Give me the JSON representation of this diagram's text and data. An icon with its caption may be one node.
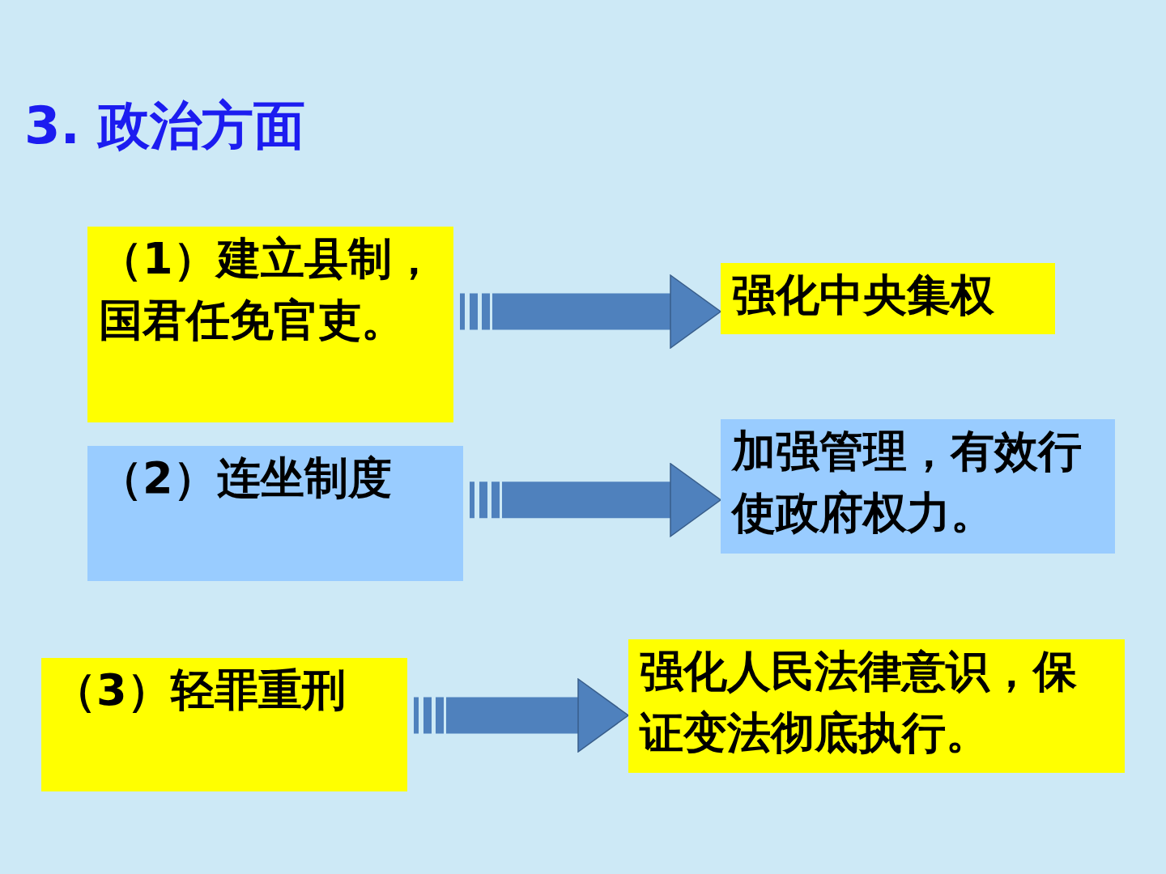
{
  "diagram": {
    "title": "3. 政治方面",
    "nodes": [
      {
        "text": [
          "（1）建立县制，国君任免官吏。"
        ]
      },
      {
        "text": [
          "强化中央集权"
        ]
      },
      {
        "text": [
          "（2）连坐制度"
        ]
      },
      {
        "text": [
          "加强管理，有效行使政府权力。"
        ]
      },
      {
        "text": [
          "（3）轻罪重刑"
        ]
      },
      {
        "text": [
          "强化人民法律意识，保证变法彻底执行。"
        ]
      }
    ],
    "edges": [
      {
        "from": 0,
        "to": 1,
        "arrow": "to"
      },
      {
        "from": 2,
        "to": 3,
        "arrow": "to"
      },
      {
        "from": 4,
        "to": 5,
        "arrow": "to"
      }
    ]
  }
}
